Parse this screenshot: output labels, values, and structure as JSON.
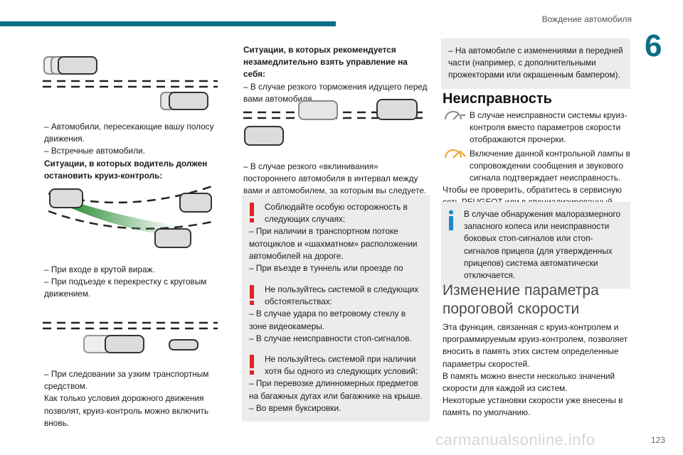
{
  "header": {
    "section_title": "Вождение автомобиля",
    "chapter_number": "6"
  },
  "col1": {
    "fig1_list": [
      "– Автомобили, пересекающие вашу полосу движения.",
      "– Встречные автомобили."
    ],
    "heading_stop": "Ситуации, в которых водитель должен остановить круиз-контроль:",
    "fig2_list": [
      "– При входе в крутой вираж.",
      "– При подъезде к перекрестку с круговым движением."
    ],
    "fig3_list": [
      "– При следовании за узким транспортным средством."
    ],
    "resume_text": "Как только условия дорожного движения позволят, круиз-контроль можно включить вновь."
  },
  "col2": {
    "heading_take_control": "Ситуации, в которых рекомендуется незамедлительно взять управление на себя:",
    "braking": "– В случае резкого торможения идущего перед вами автомобиля.",
    "cutin": "– В случае резкого «вклинивания» постороннего автомобиля в интервал между вами и автомобилем, за которым вы следуете.",
    "warn1": {
      "intro": "Соблюдайте особую осторожность в следующих случаях:",
      "items": [
        "– При наличии в транспортном потоке мотоциклов и «шахматном» расположении автомобилей на дороге.",
        "– При въезде в туннель или проезде по мосту."
      ]
    },
    "warn2": {
      "intro": "Не пользуйтесь системой в следующих обстоятельствах:",
      "items": [
        "– В случае удара по ветровому стеклу в зоне видеокамеры.",
        "– В случае неисправности стоп-сигналов."
      ]
    },
    "warn3": {
      "intro": "Не пользуйтесь системой при наличии хотя бы одного из следующих условий:",
      "items": [
        "– При перевозке длинномерных предметов на багажных дугах или багажнике на крыше.",
        "– Во время буксировки."
      ]
    }
  },
  "col3": {
    "note_top": "– На автомобиле с изменениями в передней части (например, с дополнительными прожекторами или окрашенным бампером).",
    "faults_heading": "Неисправность",
    "fault_text1": "В случае неисправности системы круиз-контроля вместо параметров скорости отображаются прочерки.",
    "fault_text2": "Включение данной контрольной лампы в сопровождении сообщения и звукового сигнала подтверждает неисправность.",
    "fault_text3": "Чтобы ее проверить, обратитесь в сервисную сеть PEUGEOT или в специализированный техцентр.",
    "info_box": "В случае обнаружения малоразмерного запасного колеса или неисправности боковых стоп-сигналов или стоп-сигналов прицепа (для утвержденных прицепов) система автоматически отключается.",
    "threshold_heading": "Изменение параметра пороговой скорости",
    "threshold_p1": "Эта функция, связанная с круиз-контролем и программируемым круиз-контролем, позволяет вносить в память этих систем определенные параметры скоростей.",
    "threshold_p2": "В память можно внести несколько значений скорости для каждой из систем.",
    "threshold_p3": "Некоторые установки скорости уже внесены в память по умолчанию."
  },
  "footer": {
    "page_number": "123",
    "watermark": "carmanualsonline.info"
  },
  "colors": {
    "accent": "#0d6e86",
    "warning_red": "#e2232a",
    "info_blue": "#1a88c9",
    "box_bg": "#ececec"
  },
  "icons": [
    "car-icon",
    "warning-exclamation-icon",
    "info-icon",
    "cruise-control-icon",
    "cruise-fault-icon"
  ]
}
